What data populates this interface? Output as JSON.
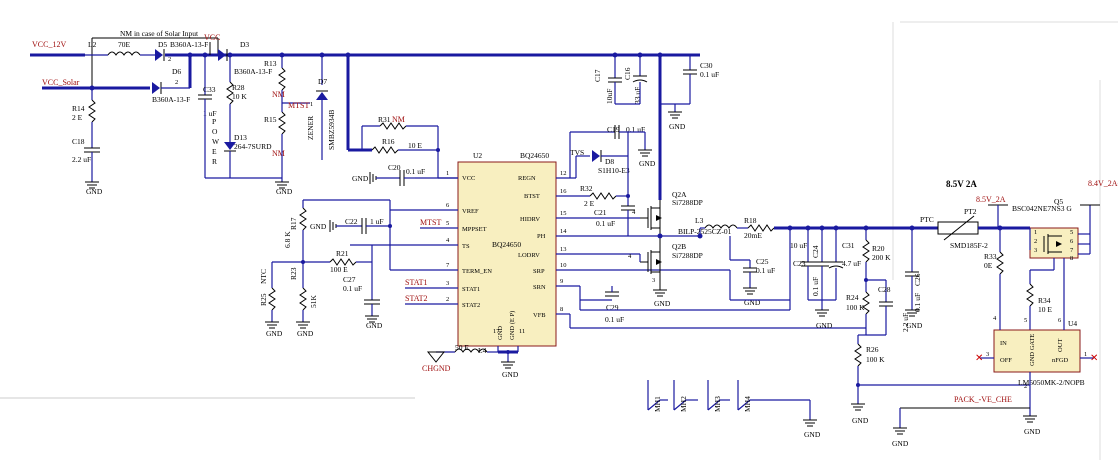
{
  "nets": {
    "vcc_12v": "VCC_12V",
    "vcc_solar": "VCC_Solar",
    "vcc": "VCC",
    "mtst": "MTST",
    "stat1": "STAT1",
    "stat2": "STAT2",
    "gnd": "GND",
    "chgnd": "CHGND",
    "out": "8.5V_2A",
    "out2": "8.4V_2A-1",
    "pack": "PACK_-VE_CHE",
    "rail": "8.5V 2A"
  },
  "notes": {
    "solar": "NM in case of Solar Input"
  },
  "components": {
    "L2": "L2",
    "L2v": "70E",
    "D5": "D5",
    "D5v": "B360A-13-F",
    "D6": "D6",
    "D6v": "B360A-13-F",
    "D3": "D3",
    "D3v": "B360A-13-F",
    "R14": "R14",
    "R14v": "2 E",
    "C18": "C18",
    "C18v": "2.2 uF",
    "C33": "C33",
    "C33v": "1 uF",
    "R28": "R28",
    "R28v": "10 K",
    "D13": "D13",
    "D13v": "264-7SURD",
    "power": [
      "P",
      "O",
      "W",
      "E",
      "R"
    ],
    "R13": "R13",
    "R15": "R15",
    "nm": "NM",
    "D7": "D7",
    "D7v": "ZENER",
    "D7p": "SMBZ5934B",
    "R31": "R31",
    "R16": "R16",
    "R16v": "10 E",
    "C20": "C20",
    "C20v": "0.1 uF",
    "C17": "C17",
    "C17v": "10uF",
    "C16": "C16",
    "C16v": "33 uF",
    "C30": "C30",
    "C30v": "0.1 uF",
    "C19": "C19",
    "C19v": "0.1 uF",
    "D8": "D8",
    "D8v": "S1H10-E3",
    "tvs": "TVS",
    "R32": "R32",
    "R32v": "2 E",
    "C21": "C21",
    "C21v": "0.1 uF",
    "Q2A": "Q2A",
    "Q2Av": "Si7288DP",
    "Q2B": "Q2B",
    "Q2Bv": "Si7288DP",
    "L3": "L3",
    "L3v": "BILP-2525CZ-01",
    "R18": "R18",
    "R18v": "20mE",
    "C25": "C25",
    "C25v": "0.1 uF",
    "C23": "C23",
    "C23v": "10 uF",
    "C24": "C24",
    "C24v": "0.1 uF",
    "C31": "C31",
    "C31v": "4.7 uF",
    "R20": "R20",
    "R20v": "200 K",
    "C26": "C26",
    "C26v": "0.1 uF",
    "R24": "R24",
    "R24v": "100 K",
    "C28": "C28",
    "C28v": "2.2 uF",
    "R26": "R26",
    "R26v": "100 K",
    "ptc": "PTC",
    "PT2": "PT2",
    "PT2v": "SMD185F-2",
    "R33": "R33",
    "R33v": "0E",
    "R34": "R34",
    "R34v": "10 E",
    "Q5": "Q5",
    "Q5v": "BSC042NE7NS3 G",
    "U4": "U4",
    "U4v": "LM5050MK-2/NOPB",
    "U4in": "IN",
    "U4gg": "GND GATE",
    "U4out": "OUT",
    "U4off": "OFF",
    "U4nfgd": "nFGD",
    "R17": "R17",
    "R17v": "6.8 K",
    "C22": "C22",
    "C22v": "1 uF",
    "R21": "R21",
    "R21v": "100 E",
    "ntc": "NTC",
    "R25": "R25",
    "R23": "R23",
    "R23v": "51K",
    "C27": "C27",
    "C27v": "0.1 uF",
    "C29": "C29",
    "C29v": "0.1 uF",
    "L4": "L4",
    "L4v": "50 E",
    "MH1": "MH1",
    "MH2": "MH2",
    "MH3": "MH3",
    "MH4": "MH4"
  },
  "u2": {
    "ref": "U2",
    "part": "BQ24650",
    "center": "BQ24650",
    "pins_left": [
      {
        "name": "VCC",
        "num": "1"
      },
      {
        "name": "VREF",
        "num": "6"
      },
      {
        "name": "MPPSET",
        "num": "5"
      },
      {
        "name": "TS",
        "num": "4"
      },
      {
        "name": "TERM_EN",
        "num": "7"
      },
      {
        "name": "STAT1",
        "num": "3"
      },
      {
        "name": "STAT2",
        "num": "2"
      }
    ],
    "pins_right": [
      {
        "name": "REGN",
        "num": "12"
      },
      {
        "name": "BTST",
        "num": "16"
      },
      {
        "name": "HIDRV",
        "num": "15"
      },
      {
        "name": "PH",
        "num": "14"
      },
      {
        "name": "LODRV",
        "num": "13"
      },
      {
        "name": "SRP",
        "num": "10"
      },
      {
        "name": "SRN",
        "num": "9"
      },
      {
        "name": "VFB",
        "num": "8"
      }
    ],
    "pins_bottom": [
      {
        "name": "GND",
        "num": "17"
      },
      {
        "name": "GND (E P)",
        "num": "11"
      }
    ]
  },
  "pins": {
    "p1": "1",
    "p2": "2",
    "p3": "3",
    "p4": "4",
    "p5": "5",
    "p6": "6",
    "p7": "7",
    "p8": "8"
  }
}
